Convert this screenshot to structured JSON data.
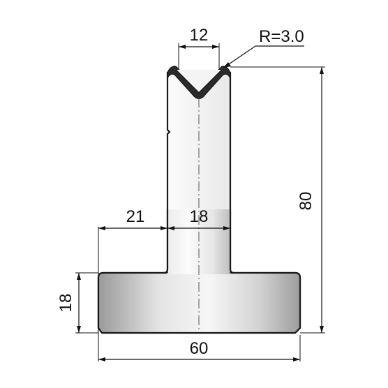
{
  "drawing": {
    "dimensions": {
      "v_opening": "12",
      "radius": "R=3.0",
      "total_height": "80",
      "left_shoulder": "21",
      "stem_width": "18",
      "base_height": "18",
      "base_width": "60"
    },
    "colors": {
      "outline": "#1a1a1a",
      "body_light": "#f4f4f4",
      "body_shadow": "#bdbdbd",
      "base_dark": "#8f8f8f",
      "base_light": "#f2f2f2",
      "tip_band": "#2b2b2b",
      "dimension": "#111111"
    }
  }
}
